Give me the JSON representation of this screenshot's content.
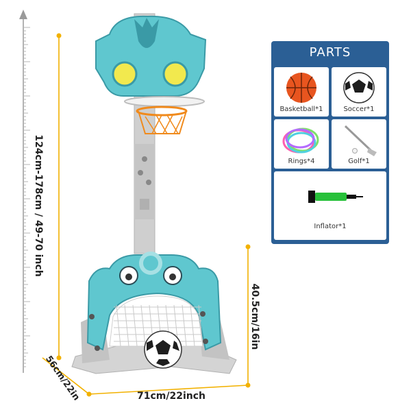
{
  "dimensions": {
    "height_range": "124cm-178cm / 49-70 inch",
    "goal_height": "40.5cm/16in",
    "depth": "56cm/22in",
    "width": "71cm/22inch"
  },
  "parts": {
    "title": "PARTS",
    "items": [
      {
        "label": "Basketball*1",
        "icon": "basketball-icon"
      },
      {
        "label": "Soccer*1",
        "icon": "soccer-ball-icon"
      },
      {
        "label": "Rings*4",
        "icon": "rings-icon"
      },
      {
        "label": "Golf*1",
        "icon": "golf-club-icon"
      },
      {
        "label": "Inflator*1",
        "icon": "inflator-pump-icon"
      }
    ]
  },
  "colors": {
    "teal": "#5fc7cf",
    "dark_teal": "#3a9aa6",
    "stand_gray": "#c9c9c9",
    "dimension_line": "#f2b100",
    "ruler": "#9a9a9a",
    "panel_blue": "#2b5f95",
    "hoop_orange": "#f08a1c",
    "eye_yellow": "#f2e94e"
  }
}
